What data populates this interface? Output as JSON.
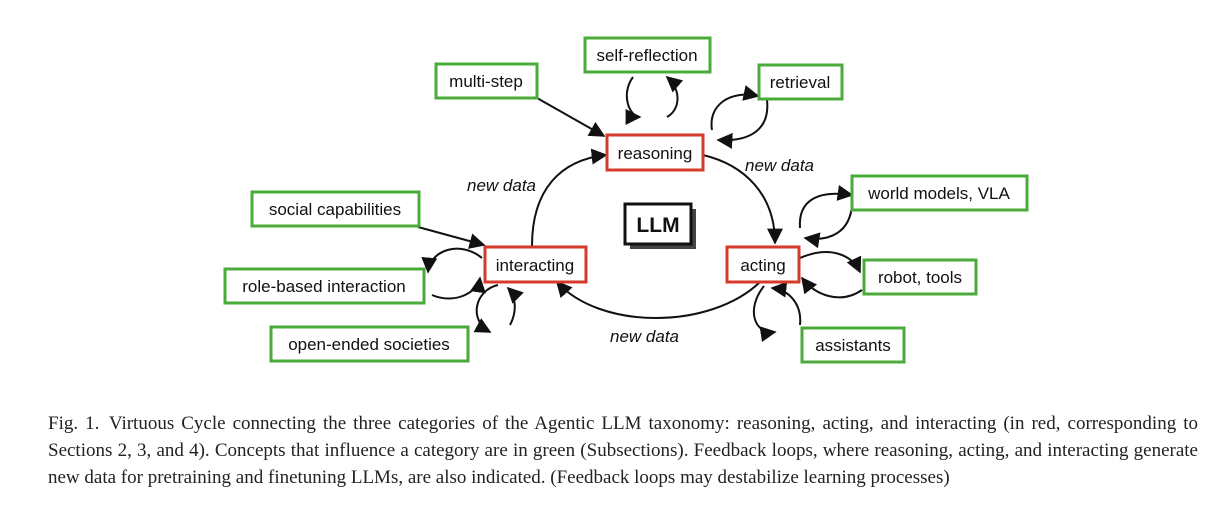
{
  "figure": {
    "categories": {
      "reasoning": "reasoning",
      "acting": "acting",
      "interacting": "interacting"
    },
    "center_label": "LLM",
    "concepts": {
      "multi_step": "multi-step",
      "self_reflection": "self-reflection",
      "retrieval": "retrieval",
      "world_models": "world models, VLA",
      "robot_tools": "robot, tools",
      "assistants": "assistants",
      "social_capabilities": "social capabilities",
      "role_based": "role-based interaction",
      "open_ended": "open-ended societies"
    },
    "edge_labels": {
      "reasoning_to_acting": "new data",
      "acting_to_interacting": "new data",
      "interacting_to_reasoning": "new data"
    },
    "colors": {
      "category_border": "#d63a2a",
      "concept_border": "#4aab3a",
      "arrow": "#111111"
    }
  },
  "caption": "Fig. 1. Virtuous Cycle connecting the three categories of the Agentic LLM taxonomy: reasoning, acting, and interacting (in red, corresponding to Sections 2, 3, and 4). Concepts that influence a category are in green (Subsections). Feedback loops, where reasoning, acting, and interacting generate new data for pretraining and finetuning LLMs, are also indicated. (Feedback loops may destabilize learning processes)"
}
